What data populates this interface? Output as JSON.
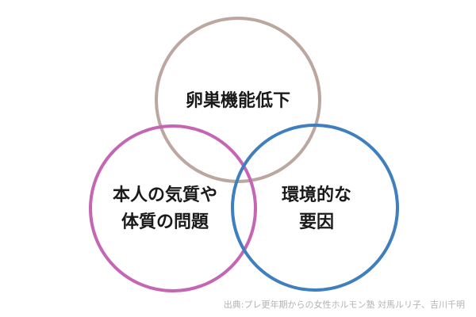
{
  "diagram": {
    "circles": [
      {
        "id": "top",
        "lines": [
          "卵巣機能低下"
        ],
        "color": "#bca7a0"
      },
      {
        "id": "left",
        "lines": [
          "本人の気質や",
          "体質の問題"
        ],
        "color": "#c566b5"
      },
      {
        "id": "right",
        "lines": [
          "環境的な",
          "要因"
        ],
        "color": "#3f7fbe"
      }
    ],
    "source": "出典:プレ更年期からの女性ホルモン塾 対馬ルリ子、吉川千明"
  }
}
